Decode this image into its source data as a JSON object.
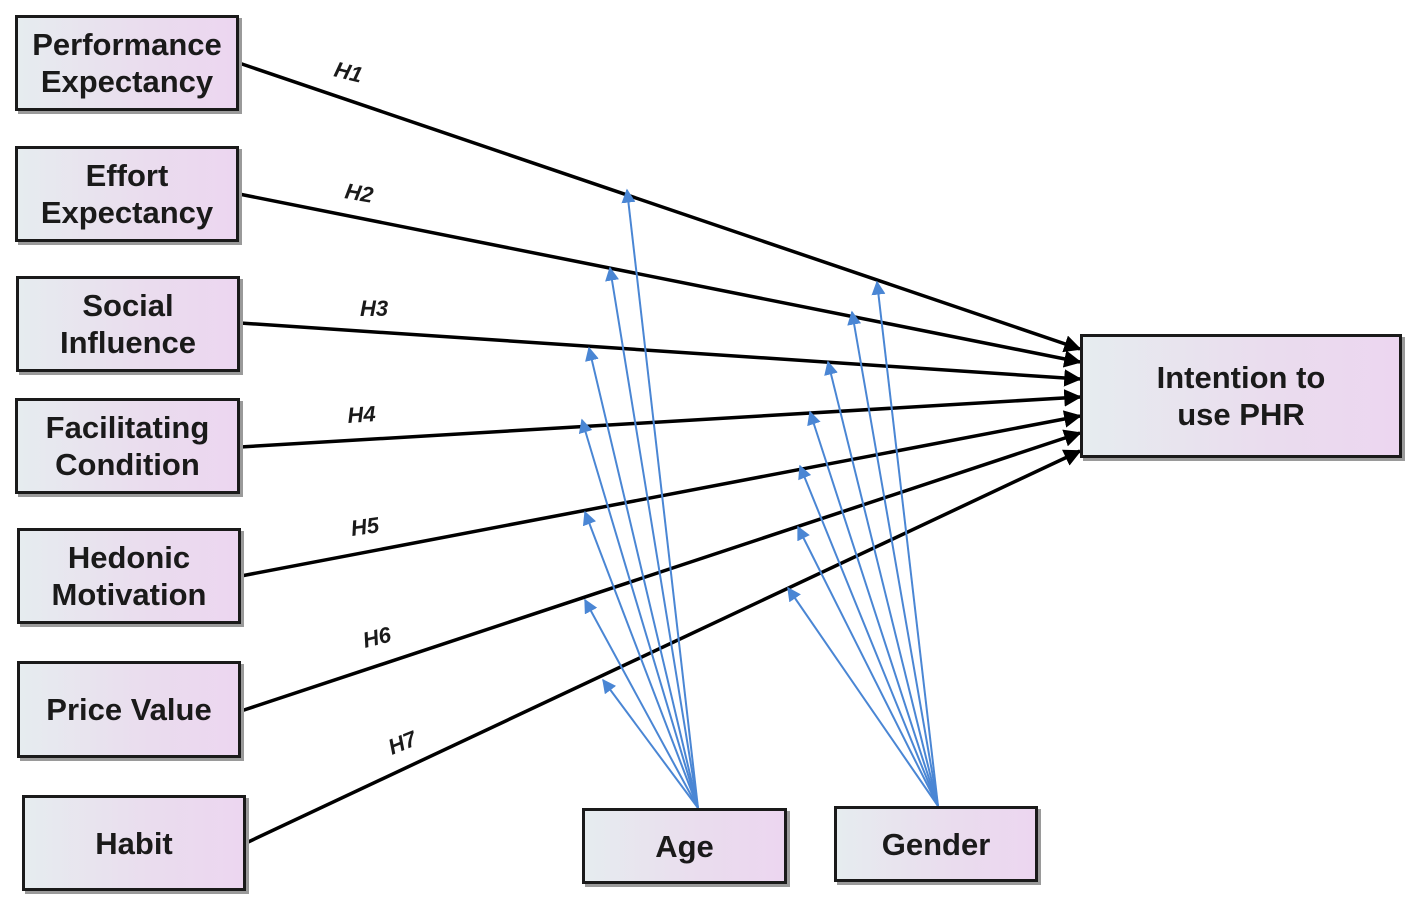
{
  "constructs": [
    {
      "label": "Performance\nExpectancy",
      "hypothesis": "H1"
    },
    {
      "label": "Effort\nExpectancy",
      "hypothesis": "H2"
    },
    {
      "label": "Social\nInfluence",
      "hypothesis": "H3"
    },
    {
      "label": "Facilitating\nCondition",
      "hypothesis": "H4"
    },
    {
      "label": "Hedonic\nMotivation",
      "hypothesis": "H5"
    },
    {
      "label": "Price Value",
      "hypothesis": "H6"
    },
    {
      "label": "Habit",
      "hypothesis": "H7"
    }
  ],
  "outcome": {
    "label": "Intention to\nuse PHR"
  },
  "moderators": [
    {
      "label": "Age"
    },
    {
      "label": "Gender"
    }
  ],
  "colors": {
    "path_line": "#000000",
    "moderator_line": "#4a86d4",
    "box_border": "#1a1a1a"
  }
}
